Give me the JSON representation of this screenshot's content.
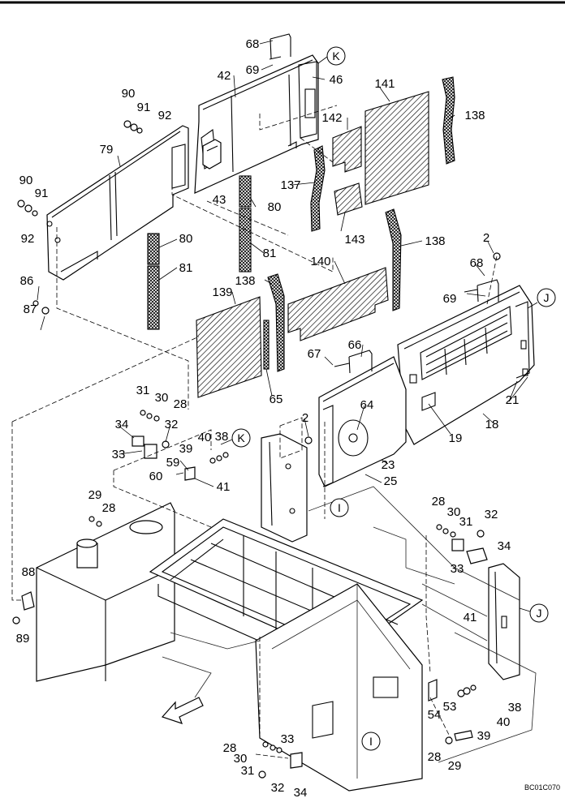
{
  "title": "",
  "figure_code": "BC01C070",
  "ref_markers": [
    "K",
    "J",
    "I",
    "K",
    "I",
    "J"
  ],
  "part_labels": [
    {
      "id": "68",
      "at": "cover-42-handle"
    },
    {
      "id": "69",
      "at": "cover-42-pin"
    },
    {
      "id": "42",
      "at": "rear-upper-cover"
    },
    {
      "id": "46",
      "at": "hinge-bracket"
    },
    {
      "id": "141",
      "at": "filter-panel"
    },
    {
      "id": "138",
      "at": "seal-strip"
    },
    {
      "id": "142",
      "at": "small-filter"
    },
    {
      "id": "90",
      "at": "bolt"
    },
    {
      "id": "91",
      "at": "washer"
    },
    {
      "id": "92",
      "at": "washer"
    },
    {
      "id": "79",
      "at": "side-cover"
    },
    {
      "id": "43",
      "at": "latch"
    },
    {
      "id": "80",
      "at": "foam"
    },
    {
      "id": "137",
      "at": "seal"
    },
    {
      "id": "90",
      "at": "bolt-left"
    },
    {
      "id": "91",
      "at": "washer-left"
    },
    {
      "id": "92",
      "at": "washer-left"
    },
    {
      "id": "143",
      "at": "pad"
    },
    {
      "id": "81",
      "at": "foam-long"
    },
    {
      "id": "138",
      "at": "seal-middle"
    },
    {
      "id": "2",
      "at": "bolt-right"
    },
    {
      "id": "80",
      "at": "foam-left"
    },
    {
      "id": "140",
      "at": "long-pad"
    },
    {
      "id": "68",
      "at": "right-handle"
    },
    {
      "id": "81",
      "at": "foam-left-long"
    },
    {
      "id": "86",
      "at": "bolt"
    },
    {
      "id": "138",
      "at": "seal-left"
    },
    {
      "id": "69",
      "at": "right-pin"
    },
    {
      "id": "87",
      "at": "washer"
    },
    {
      "id": "139",
      "at": "left-pad"
    },
    {
      "id": "66",
      "at": "door-handle"
    },
    {
      "id": "67",
      "at": "door-pin"
    },
    {
      "id": "65",
      "at": "rubber"
    },
    {
      "id": "21",
      "at": "hinge"
    },
    {
      "id": "31",
      "at": "washer"
    },
    {
      "id": "30",
      "at": "washer"
    },
    {
      "id": "28",
      "at": "bolt"
    },
    {
      "id": "64",
      "at": "lock"
    },
    {
      "id": "34",
      "at": "catch"
    },
    {
      "id": "32",
      "at": "bolt"
    },
    {
      "id": "2",
      "at": "bolt-door"
    },
    {
      "id": "19",
      "at": "plate"
    },
    {
      "id": "18",
      "at": "door-panel"
    },
    {
      "id": "40",
      "at": "washer"
    },
    {
      "id": "38",
      "at": "bolt"
    },
    {
      "id": "33",
      "at": "bracket"
    },
    {
      "id": "39",
      "at": "washer"
    },
    {
      "id": "23",
      "at": "door"
    },
    {
      "id": "59",
      "at": "spacer"
    },
    {
      "id": "60",
      "at": "stop"
    },
    {
      "id": "41",
      "at": "plate"
    },
    {
      "id": "25",
      "at": "hinge-door"
    },
    {
      "id": "29",
      "at": "bolt-upper"
    },
    {
      "id": "28",
      "at": "washer-upper"
    },
    {
      "id": "28",
      "at": "bolt-right-mid"
    },
    {
      "id": "30",
      "at": "washer-right-mid"
    },
    {
      "id": "31",
      "at": "washer-right-mid-2"
    },
    {
      "id": "32",
      "at": "bolt-right-mid-2"
    },
    {
      "id": "34",
      "at": "catch-right"
    },
    {
      "id": "33",
      "at": "bracket-right"
    },
    {
      "id": "88",
      "at": "clip"
    },
    {
      "id": "89",
      "at": "bolt-clip"
    },
    {
      "id": "41",
      "at": "plate-lower"
    },
    {
      "id": "53",
      "at": "stop-lower"
    },
    {
      "id": "54",
      "at": "spacer-lower"
    },
    {
      "id": "38",
      "at": "bolt-lower"
    },
    {
      "id": "39",
      "at": "washer-lower"
    },
    {
      "id": "40",
      "at": "washer-lower-2"
    },
    {
      "id": "33",
      "at": "bracket-bottom"
    },
    {
      "id": "28",
      "at": "bolt-bottom"
    },
    {
      "id": "30",
      "at": "washer-bottom"
    },
    {
      "id": "31",
      "at": "washer-bottom-2"
    },
    {
      "id": "32",
      "at": "bolt-bottom-2"
    },
    {
      "id": "34",
      "at": "catch-bottom"
    },
    {
      "id": "28",
      "at": "washer-lower-right"
    },
    {
      "id": "29",
      "at": "bolt-lower-right"
    }
  ]
}
